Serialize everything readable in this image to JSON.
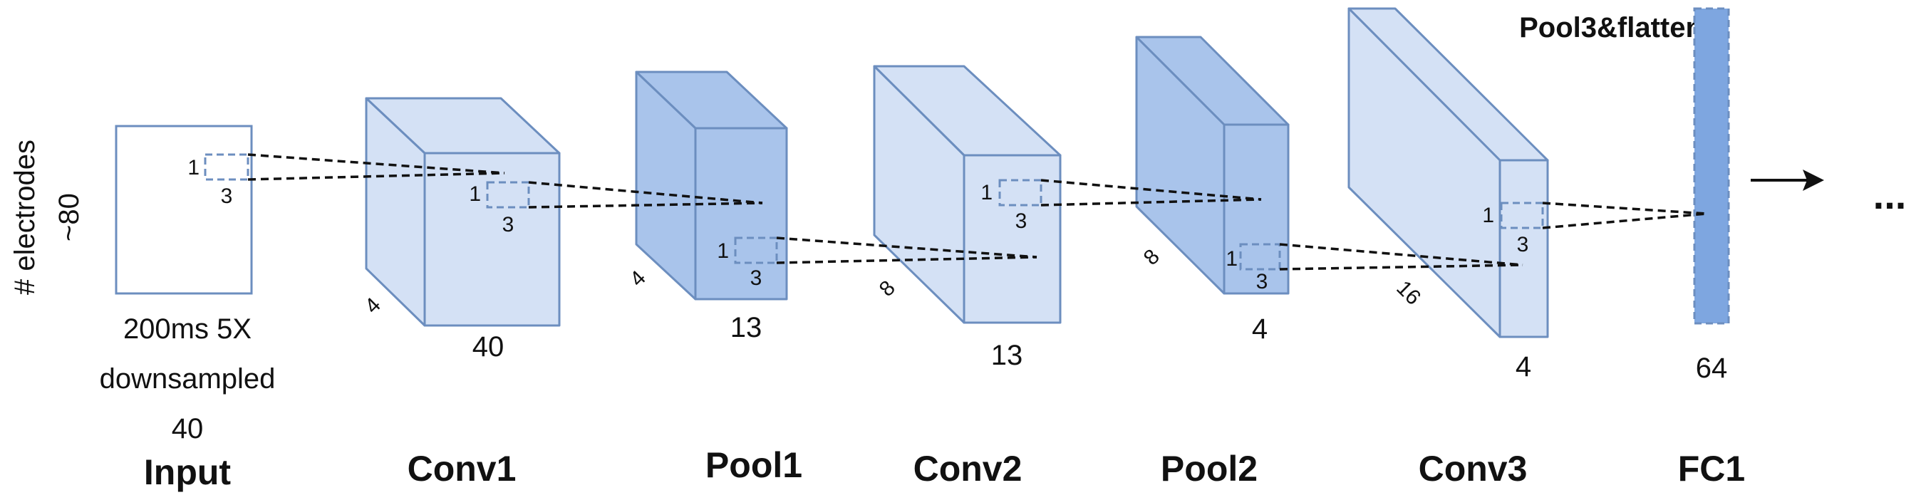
{
  "input_block": {
    "side_label": "# electrodes",
    "height_label": "~80",
    "caption_line1": "200ms 5X",
    "caption_line2": "downsampled",
    "width_label": "40",
    "kernel_h": "1",
    "kernel_w": "3",
    "stage": "Input"
  },
  "conv1": {
    "depth": "4",
    "width": "40",
    "kernel_h": "1",
    "kernel_w": "3",
    "stage": "Conv1"
  },
  "pool1": {
    "depth": "4",
    "width": "13",
    "kernel_h": "1",
    "kernel_w": "3",
    "stage": "Pool1"
  },
  "conv2": {
    "depth": "8",
    "width": "13",
    "kernel_h": "1",
    "kernel_w": "3",
    "stage": "Conv2"
  },
  "pool2": {
    "depth": "8",
    "width": "4",
    "kernel_h": "1",
    "kernel_w": "3",
    "stage": "Pool2"
  },
  "conv3": {
    "depth": "16",
    "width": "4",
    "kernel_h": "1",
    "kernel_w": "3",
    "stage": "Conv3"
  },
  "fc1": {
    "title": "Pool3&flatten",
    "width": "64",
    "stage": "FC1"
  },
  "continuation": "...",
  "colors": {
    "light_face": "#d4e1f5",
    "dark_face": "#a9c4eb",
    "stroke": "#6c8ebf",
    "fc_fill": "#7ea6e0"
  }
}
